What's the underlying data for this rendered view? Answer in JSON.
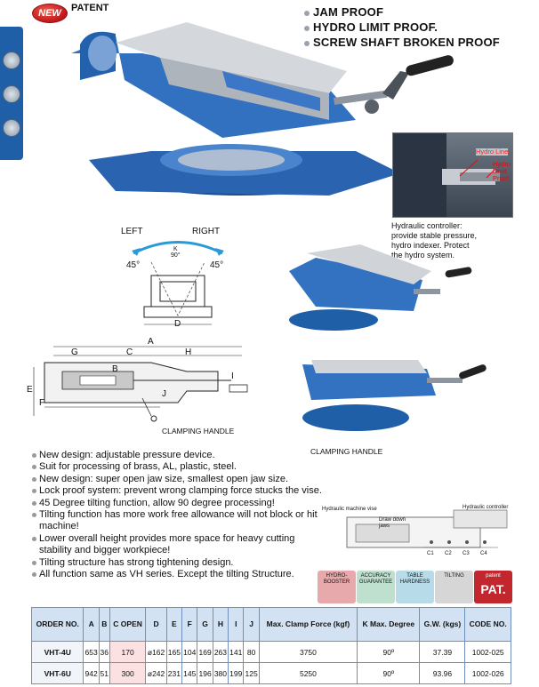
{
  "header": {
    "badge": "NEW",
    "patent": "PATENT",
    "features": [
      "JAM PROOF",
      "HYDRO LIMIT PROOF.",
      "SCREW SHAFT BROKEN PROOF"
    ]
  },
  "hydro_callout": {
    "labels": {
      "line": "Hydro Line",
      "limit_1": "Hydro",
      "limit_2": "Limit",
      "limit_3": "Proof"
    },
    "caption": [
      "Hydraulic controller:",
      "provide stable pressure,",
      "hydro indexer. Protect",
      "the hydro system."
    ]
  },
  "tilt_diagram": {
    "left": "LEFT",
    "right": "RIGHT",
    "k": "K",
    "k_angle": "90°",
    "angle_left": "45°",
    "angle_right": "45°",
    "d": "D"
  },
  "section_diagram": {
    "labels": {
      "a": "A",
      "g": "G",
      "c": "C",
      "h": "H",
      "b": "B",
      "e": "E",
      "f": "F",
      "j": "J",
      "i": "I"
    },
    "clamping_handle": "CLAMPING HANDLE"
  },
  "photo_labels": {
    "clamping_handle": "CLAMPING HANDLE"
  },
  "feature_list": [
    "New design: adjustable pressure device.",
    "Suit for processing of brass, AL, plastic, steel.",
    "New design: super open jaw size, smallest open jaw size.",
    "Lock proof system: prevent wrong clamping force stucks the vise.",
    "45 Degree tilting function, allow 90 degree processing!",
    "Tilting function has more work free allowance will not block or hit machine!",
    "Lower overall height provides more space for heavy cutting stability and bigger workpiece!",
    "Tilting structure has strong tightening design.",
    "All function same as VH series. Except the tilting Structure."
  ],
  "schematic": {
    "machine_vise": "Hydraulic machine vise",
    "controller": "Hydraulic controller",
    "draw_down_1": "Draw down",
    "draw_down_2": "jaws",
    "c_labels": [
      "C1",
      "C2",
      "C3",
      "C4"
    ]
  },
  "icons": [
    {
      "id": "hydro-booster",
      "text": "HYDRO-BOOSTER",
      "color": "#e7a9ac"
    },
    {
      "id": "accuracy",
      "text": "ACCURACY GUARANTEE",
      "color": "#bfe0cf"
    },
    {
      "id": "table-hardness",
      "text": "TABLE HARDNESS",
      "color": "#b7dbe8"
    },
    {
      "id": "tilting",
      "text": "TILTING",
      "color": "#d6d6d6"
    },
    {
      "id": "patent",
      "text_1": "patent",
      "text_2": "PAT.",
      "color": "#c1272d"
    }
  ],
  "table": {
    "headers": [
      "ORDER NO.",
      "A",
      "B",
      "C OPEN",
      "D",
      "E",
      "F",
      "G",
      "H",
      "I",
      "J",
      "Max. Clamp Force (kgf)",
      "K Max. Degree",
      "G.W. (kgs)",
      "CODE NO."
    ],
    "rows": [
      [
        "VHT-4U",
        "653",
        "36",
        "170",
        "ø162",
        "165",
        "104",
        "169",
        "263",
        "141",
        "80",
        "3750",
        "90º",
        "37.39",
        "1002-025"
      ],
      [
        "VHT-6U",
        "942",
        "51",
        "300",
        "ø242",
        "231",
        "145",
        "196",
        "380",
        "199",
        "125",
        "5250",
        "90º",
        "93.96",
        "1002-026"
      ]
    ]
  },
  "colors": {
    "brand_blue": "#1f5fa8",
    "highlight_pink": "#fce1e3",
    "header_blue": "#d3e2f3",
    "red": "#e10a0a"
  }
}
